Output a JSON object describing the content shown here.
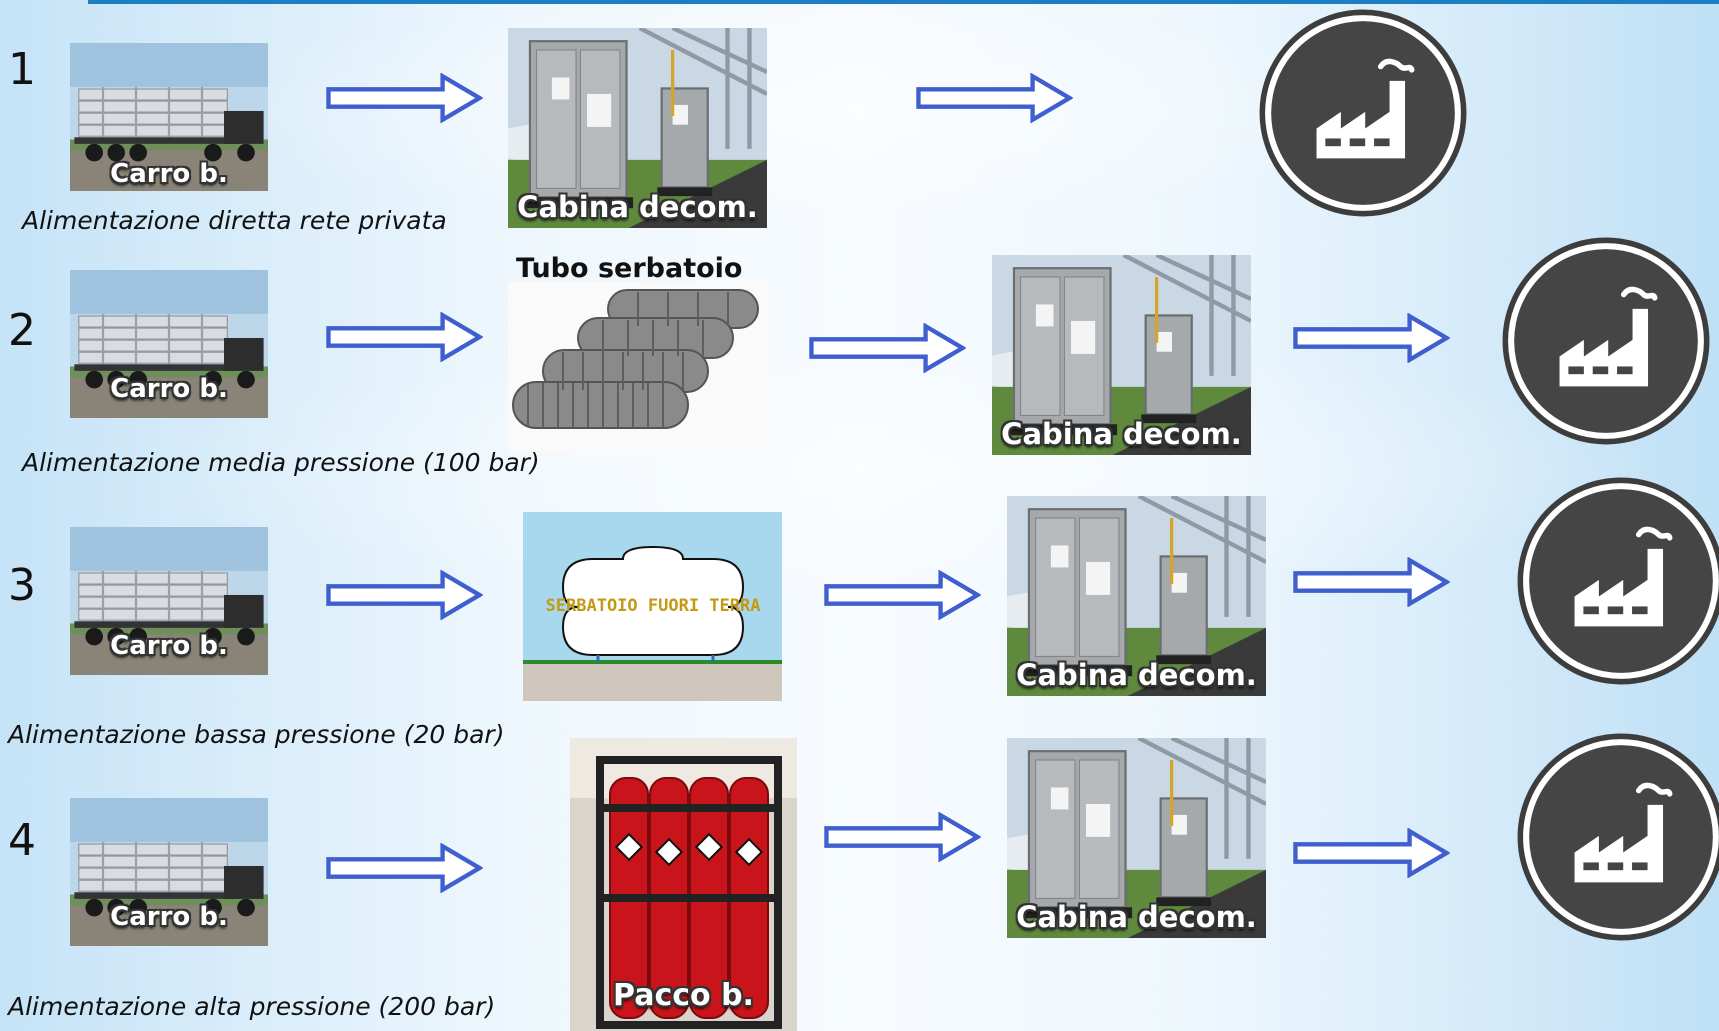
{
  "rows": [
    {
      "number": "1",
      "caption": "Alimentazione diretta rete privata"
    },
    {
      "number": "2",
      "caption": "Alimentazione media pressione (100 bar)"
    },
    {
      "number": "3",
      "caption": "Alimentazione bassa pressione (20 bar)"
    },
    {
      "number": "4",
      "caption": "Alimentazione alta pressione (200 bar)"
    }
  ],
  "labels": {
    "carro": "Carro b.",
    "cabina": "Cabina decom.",
    "tubo": "Tubo serbatoio",
    "serbatoio": "SERBATOIO FUORI TERRA",
    "pacco": "Pacco b."
  },
  "icons": {
    "arrow": "arrow-right-icon",
    "factory": "factory-icon"
  },
  "colors": {
    "arrow_stroke": "#3f5fcf",
    "factory_fill": "#454545",
    "accent_line": "#1c7fc4"
  }
}
